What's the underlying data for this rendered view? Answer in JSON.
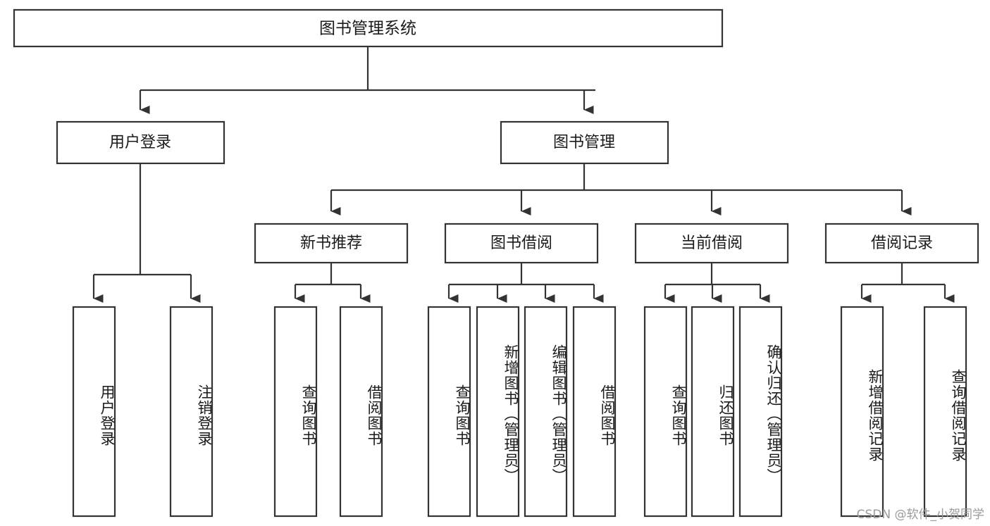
{
  "diagram": {
    "title": "图书管理系统",
    "type": "tree",
    "orientation": "top-down",
    "colors": {
      "background": "#ffffff",
      "box_fill": "#ffffff",
      "box_stroke": "#333333",
      "text": "#1a1a1a",
      "watermark": "#9a9a9a"
    },
    "root": {
      "label": "图书管理系统"
    },
    "level1": [
      {
        "label": "用户登录"
      },
      {
        "label": "图书管理"
      }
    ],
    "level2": [
      {
        "label": "新书推荐"
      },
      {
        "label": "图书借阅"
      },
      {
        "label": "当前借阅"
      },
      {
        "label": "借阅记录"
      }
    ],
    "leaves": {
      "user_login": [
        {
          "label": "用户登录"
        },
        {
          "label": "注销登录"
        }
      ],
      "new_book_recommend": [
        {
          "label": "查询图书"
        },
        {
          "label": "借阅图书"
        }
      ],
      "book_borrow": [
        {
          "label": "查询图书"
        },
        {
          "label": "新增图书（管理员）"
        },
        {
          "label": "编辑图书（管理员）"
        },
        {
          "label": "借阅图书"
        }
      ],
      "current_borrow": [
        {
          "label": "查询图书"
        },
        {
          "label": "归还图书"
        },
        {
          "label": "确认归还（管理员）"
        }
      ],
      "borrow_record": [
        {
          "label": "新增借阅记录"
        },
        {
          "label": "查询借阅记录"
        }
      ]
    },
    "watermark": "CSDN @软件_小贺同学"
  }
}
